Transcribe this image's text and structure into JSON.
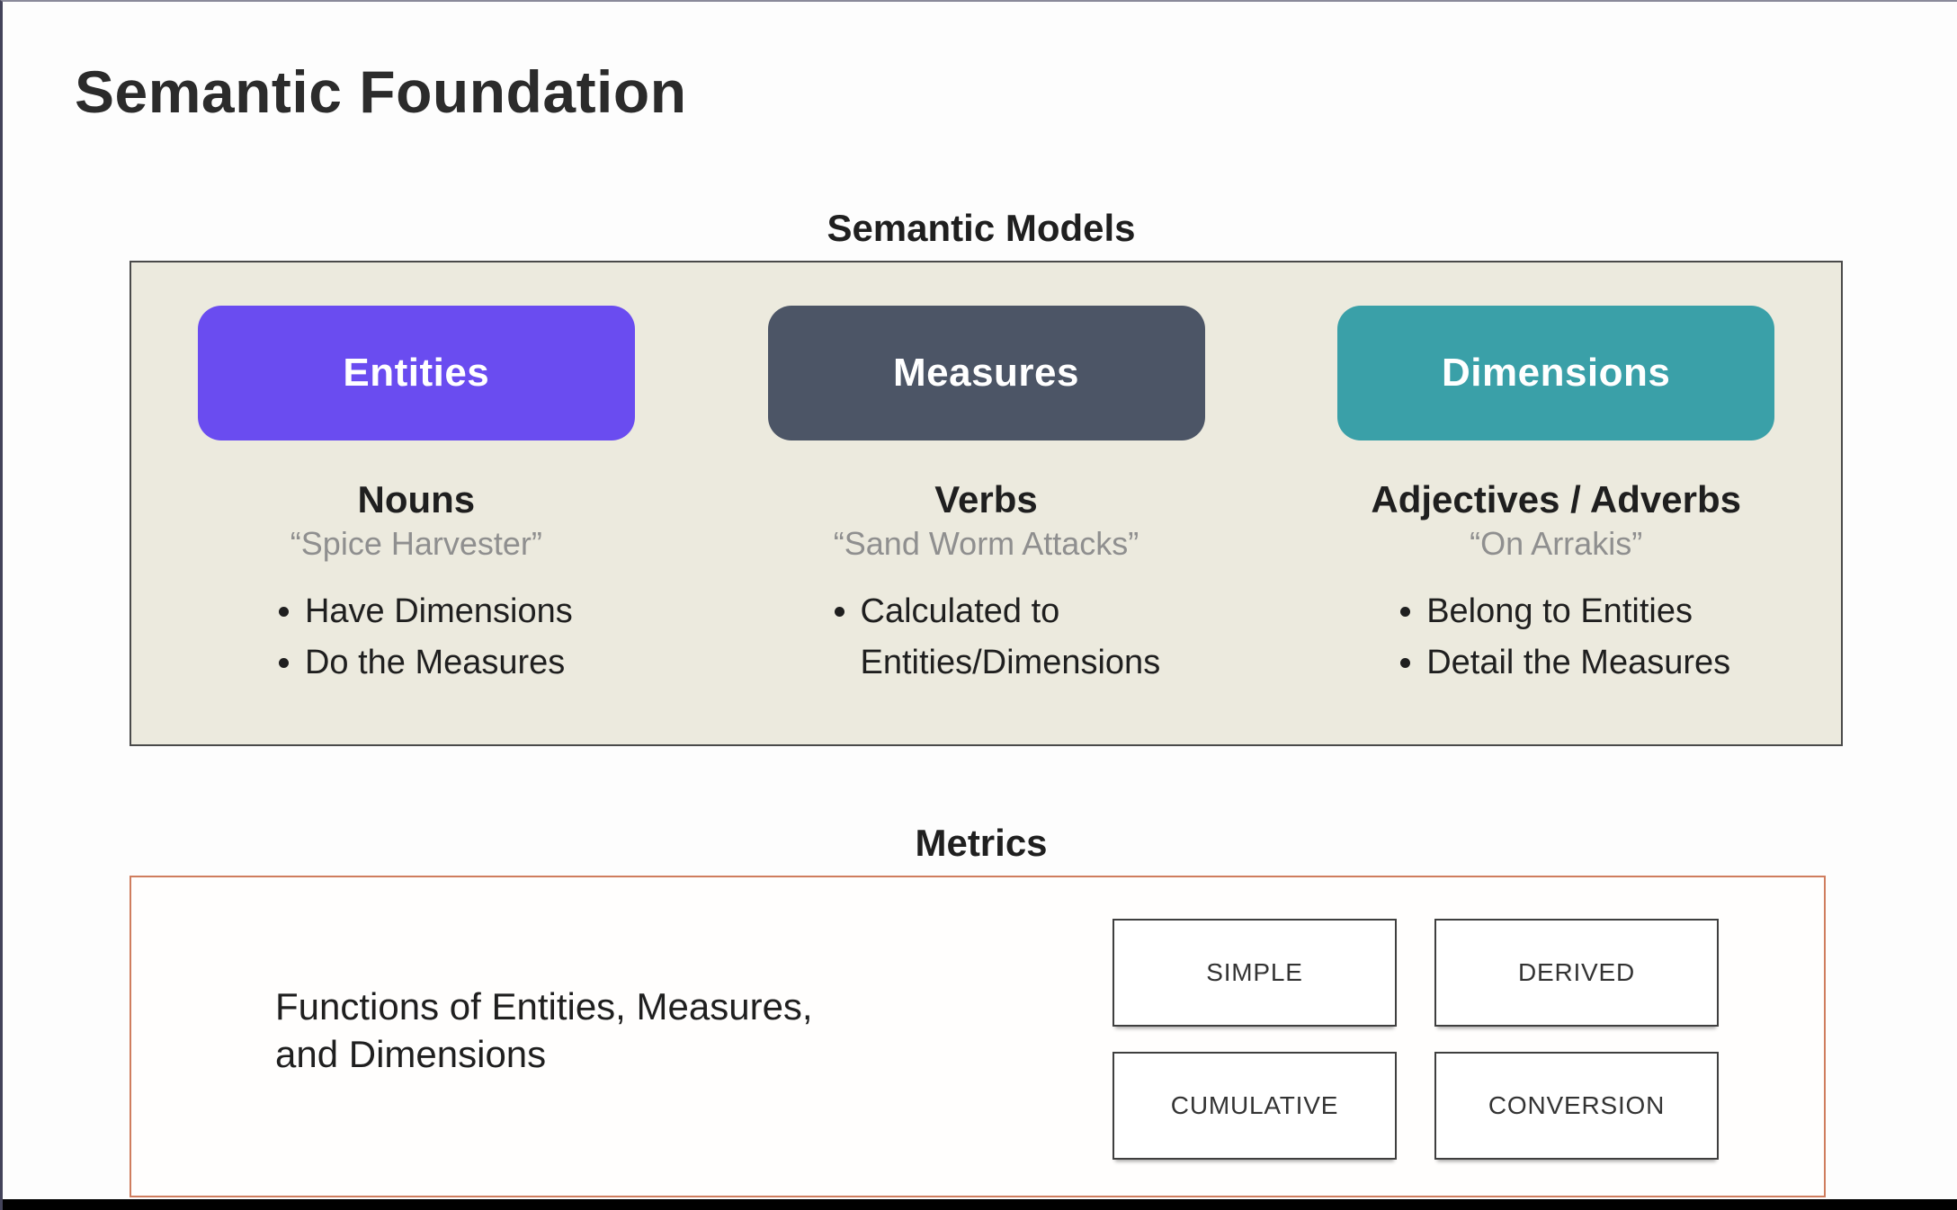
{
  "page": {
    "title": "Semantic Foundation"
  },
  "semantic_models": {
    "heading": "Semantic Models",
    "columns": [
      {
        "pill": "Entities",
        "word_type": "Nouns",
        "example": "“Spice Harvester”",
        "bullets": [
          "Have Dimensions",
          "Do the Measures"
        ]
      },
      {
        "pill": "Measures",
        "word_type": "Verbs",
        "example": "“Sand Worm Attacks”",
        "bullets": [
          "Calculated to Entities/Dimensions"
        ]
      },
      {
        "pill": "Dimensions",
        "word_type": "Adjectives / Adverbs",
        "example": "“On Arrakis”",
        "bullets": [
          "Belong to Entities",
          "Detail the Measures"
        ]
      }
    ]
  },
  "metrics": {
    "heading": "Metrics",
    "description": "Functions of Entities, Measures,\nand Dimensions",
    "types": [
      "SIMPLE",
      "DERIVED",
      "CUMULATIVE",
      "CONVERSION"
    ]
  },
  "colors": {
    "entities_pill": "#6a4cf0",
    "measures_pill": "#4c5566",
    "dimensions_pill": "#3aa0a8",
    "models_box_bg": "#eceade",
    "models_box_border": "#4a4a4a",
    "metrics_box_border": "#cf7d5e"
  }
}
